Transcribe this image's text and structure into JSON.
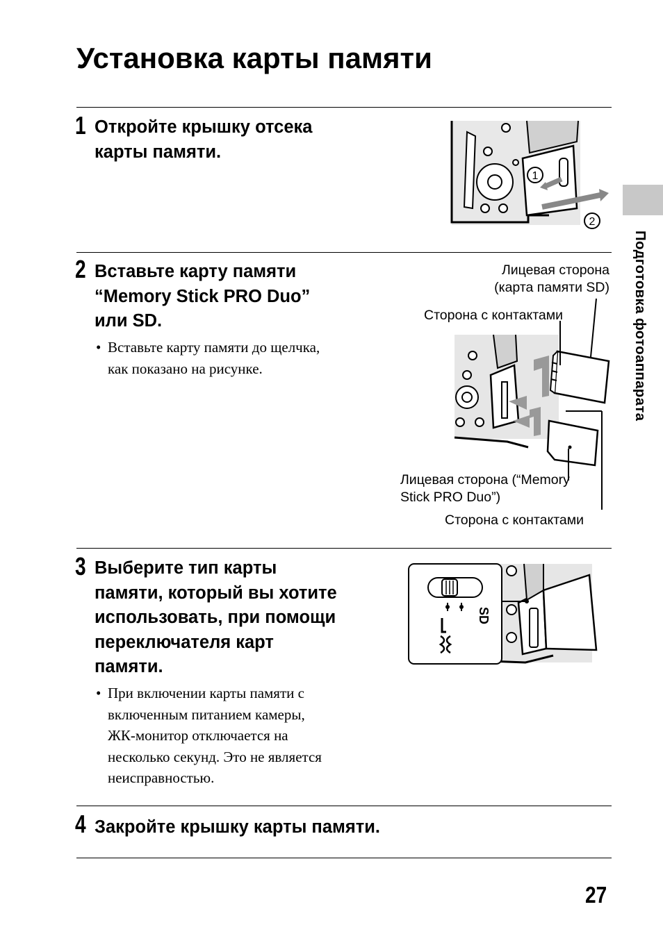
{
  "page": {
    "title": "Установка карты памяти",
    "side_tab": "Подготовка фотоаппарата",
    "page_number": "27"
  },
  "steps": [
    {
      "number": "1",
      "heading_lines": [
        "Откройте крышку отсека",
        "карты памяти."
      ],
      "bullet_lines": [],
      "figure": {
        "callouts": [
          "1",
          "2"
        ]
      }
    },
    {
      "number": "2",
      "heading_lines": [
        "Вставьте карту памяти",
        "“Memory Stick PRO Duo”",
        "или SD."
      ],
      "bullet_lines": [
        "Вставьте карту памяти до щелчка,",
        "как показано на рисунке."
      ],
      "figure": {
        "labels": {
          "sd_face_line1": "Лицевая сторона",
          "sd_face_line2": "(карта памяти SD)",
          "sd_contacts": "Сторона с контактами",
          "ms_face_line1": "Лицевая сторона (“Memory",
          "ms_face_line2": "Stick PRO Duo”)",
          "ms_contacts": "Сторона с контактами"
        }
      }
    },
    {
      "number": "3",
      "heading_lines": [
        "Выберите тип карты",
        "памяти, который вы хотите",
        "использовать, при помощи",
        "переключателя карт",
        "памяти."
      ],
      "bullet_lines": [
        "При включении карты памяти с",
        "включенным питанием камеры,",
        "ЖК-монитор отключается на",
        "несколько секунд. Это не является",
        "неисправностью."
      ],
      "figure": {
        "switch_label": "SD"
      }
    },
    {
      "number": "4",
      "heading_lines": [
        "Закройте крышку карты памяти."
      ],
      "bullet_lines": []
    }
  ]
}
